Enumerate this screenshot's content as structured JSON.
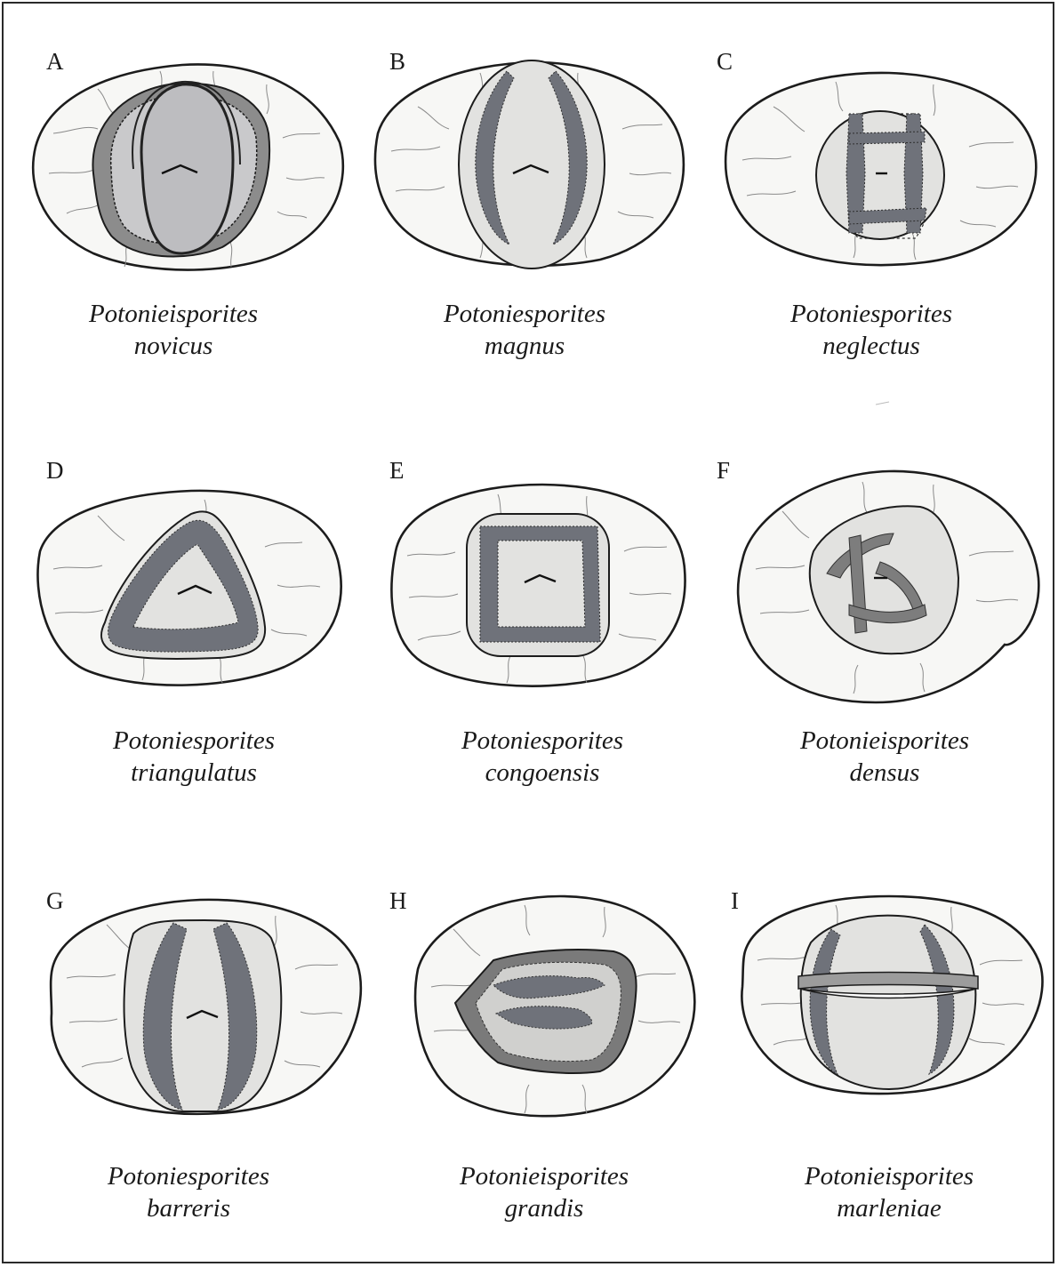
{
  "figure": {
    "panels": [
      {
        "letter": "A",
        "genus": "Potonieisporites",
        "species": "novicus"
      },
      {
        "letter": "B",
        "genus": "Potoniesporites",
        "species": "magnus"
      },
      {
        "letter": "C",
        "genus": "Potoniesporites",
        "species": "neglectus"
      },
      {
        "letter": "D",
        "genus": "Potoniesporites",
        "species": "triangulatus"
      },
      {
        "letter": "E",
        "genus": "Potoniesporites",
        "species": "congoensis"
      },
      {
        "letter": "F",
        "genus": "Potonieisporites",
        "species": "densus"
      },
      {
        "letter": "G",
        "genus": "Potoniesporites",
        "species": "barreris"
      },
      {
        "letter": "H",
        "genus": "Potonieisporites",
        "species": "grandis"
      },
      {
        "letter": "I",
        "genus": "Potonieisporites",
        "species": "marleniae"
      }
    ]
  },
  "colors": {
    "saccus_fill": "#f7f7f5",
    "corpus_fill": "#e2e2e0",
    "fold_band": "#6f727a",
    "outline": "#1c1c1c"
  }
}
